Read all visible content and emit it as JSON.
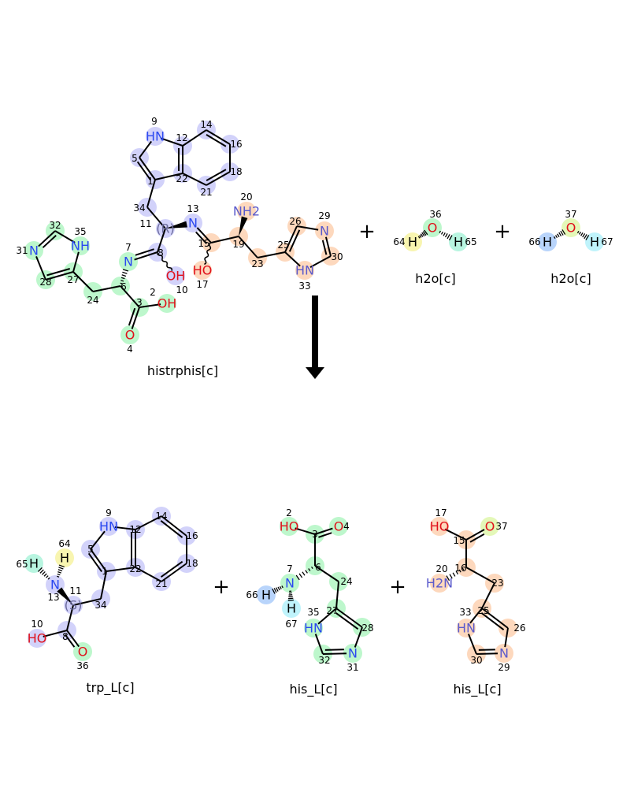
{
  "highlight_colors": {
    "lav": "#d2d2fa",
    "green": "#bdf7cc",
    "orange": "#fdd8bd",
    "yellow": "#f8f5b0",
    "teal": "#b8f5e0",
    "blue": "#b8d4fb",
    "ygreen": "#e4f8b8",
    "cyan": "#bff3fb"
  },
  "element_colors": {
    "N": "#2b49f0",
    "O": "#e0101a",
    "H": "#000000",
    "N2": "#5a5acc"
  },
  "plus_sign": "+",
  "molecules": [
    {
      "name": "histrphis[c]",
      "atoms": [
        {
          "n": "9",
          "s": "HN",
          "h": "lav",
          "e": "N"
        },
        {
          "n": "5",
          "s": "",
          "h": "lav"
        },
        {
          "n": "12",
          "s": "",
          "h": "lav"
        },
        {
          "n": "14",
          "s": "",
          "h": "lav"
        },
        {
          "n": "16",
          "s": "",
          "h": "lav"
        },
        {
          "n": "18",
          "s": "",
          "h": "lav"
        },
        {
          "n": "21",
          "s": "",
          "h": "lav"
        },
        {
          "n": "22",
          "s": "",
          "h": "lav"
        },
        {
          "n": "1",
          "s": "",
          "h": "lav"
        },
        {
          "n": "34",
          "s": "",
          "h": "lav"
        },
        {
          "n": "11",
          "s": "(R)",
          "h": "lav",
          "e": "R"
        },
        {
          "n": "13",
          "s": "N",
          "h": "lav",
          "e": "N"
        },
        {
          "n": "8",
          "s": "",
          "h": "lav"
        },
        {
          "n": "10",
          "s": "OH",
          "h": "lav",
          "e": "O"
        },
        {
          "n": "7",
          "s": "N",
          "h": "green",
          "e": "N"
        },
        {
          "n": "6",
          "s": "",
          "h": "green"
        },
        {
          "n": "24",
          "s": "",
          "h": "green"
        },
        {
          "n": "27",
          "s": "",
          "h": "green"
        },
        {
          "n": "28",
          "s": "",
          "h": "green"
        },
        {
          "n": "31",
          "s": "N",
          "h": "green",
          "e": "N"
        },
        {
          "n": "32",
          "s": "",
          "h": "green"
        },
        {
          "n": "35",
          "s": "NH",
          "h": "green",
          "e": "N"
        },
        {
          "n": "3",
          "s": "",
          "h": "green"
        },
        {
          "n": "4",
          "s": "O",
          "h": "green",
          "e": "O"
        },
        {
          "n": "2",
          "s": "OH",
          "h": "green",
          "e": "O"
        },
        {
          "n": "15",
          "s": "",
          "h": "orange"
        },
        {
          "n": "17",
          "s": "HO",
          "h": "orange",
          "e": "O"
        },
        {
          "n": "19",
          "s": "",
          "h": "orange"
        },
        {
          "n": "20",
          "s": "NH2",
          "h": "orange",
          "e": "N2"
        },
        {
          "n": "23",
          "s": "",
          "h": "orange"
        },
        {
          "n": "25",
          "s": "",
          "h": "orange"
        },
        {
          "n": "26",
          "s": "",
          "h": "orange"
        },
        {
          "n": "29",
          "s": "N",
          "h": "orange",
          "e": "N2"
        },
        {
          "n": "30",
          "s": "",
          "h": "orange"
        },
        {
          "n": "33",
          "s": "HN",
          "h": "orange",
          "e": "N2"
        }
      ]
    },
    {
      "name": "h2o[c]",
      "atoms": [
        {
          "n": "64",
          "s": "H",
          "h": "yellow",
          "e": "H"
        },
        {
          "n": "36",
          "s": "O",
          "h": "green",
          "e": "O"
        },
        {
          "n": "65",
          "s": "H",
          "h": "teal",
          "e": "H"
        }
      ]
    },
    {
      "name": "h2o[c]",
      "atoms": [
        {
          "n": "66",
          "s": "H",
          "h": "blue",
          "e": "H"
        },
        {
          "n": "37",
          "s": "O",
          "h": "ygreen",
          "e": "O"
        },
        {
          "n": "67",
          "s": "H",
          "h": "cyan",
          "e": "H"
        }
      ]
    },
    {
      "name": "trp_L[c]",
      "atoms": [
        {
          "n": "9",
          "s": "HN",
          "h": "lav",
          "e": "N"
        },
        {
          "n": "5",
          "s": "",
          "h": "lav"
        },
        {
          "n": "12",
          "s": "",
          "h": "lav"
        },
        {
          "n": "14",
          "s": "",
          "h": "lav"
        },
        {
          "n": "16",
          "s": "",
          "h": "lav"
        },
        {
          "n": "18",
          "s": "",
          "h": "lav"
        },
        {
          "n": "21",
          "s": "",
          "h": "lav"
        },
        {
          "n": "22",
          "s": "",
          "h": "lav"
        },
        {
          "n": "1",
          "s": "",
          "h": "lav"
        },
        {
          "n": "34",
          "s": "",
          "h": "lav"
        },
        {
          "n": "11",
          "s": "(S)",
          "h": "lav",
          "e": "R"
        },
        {
          "n": "13",
          "s": "N",
          "h": "lav",
          "e": "N"
        },
        {
          "n": "64",
          "s": "H",
          "h": "yellow",
          "e": "H"
        },
        {
          "n": "65",
          "s": "H",
          "h": "teal",
          "e": "H"
        },
        {
          "n": "8",
          "s": "",
          "h": "lav"
        },
        {
          "n": "10",
          "s": "HO",
          "h": "lav",
          "e": "O"
        },
        {
          "n": "36",
          "s": "O",
          "h": "green",
          "e": "O"
        }
      ]
    },
    {
      "name": "his_L[c]",
      "atoms": [
        {
          "n": "2",
          "s": "HO",
          "h": "green",
          "e": "O"
        },
        {
          "n": "3",
          "s": "",
          "h": "green"
        },
        {
          "n": "4",
          "s": "O",
          "h": "green",
          "e": "O"
        },
        {
          "n": "6",
          "s": "",
          "h": "green"
        },
        {
          "n": "7",
          "s": "N",
          "h": "green",
          "e": "N"
        },
        {
          "n": "66",
          "s": "H",
          "h": "blue",
          "e": "H"
        },
        {
          "n": "67",
          "s": "H",
          "h": "cyan",
          "e": "H"
        },
        {
          "n": "24",
          "s": "",
          "h": "green"
        },
        {
          "n": "27",
          "s": "",
          "h": "green"
        },
        {
          "n": "35",
          "s": "HN",
          "h": "green",
          "e": "N"
        },
        {
          "n": "28",
          "s": "",
          "h": "green"
        },
        {
          "n": "31",
          "s": "N",
          "h": "green",
          "e": "N"
        },
        {
          "n": "32",
          "s": "",
          "h": "green"
        }
      ]
    },
    {
      "name": "his_L[c]",
      "atoms": [
        {
          "n": "17",
          "s": "HO",
          "h": "orange",
          "e": "O"
        },
        {
          "n": "15",
          "s": "",
          "h": "orange"
        },
        {
          "n": "37",
          "s": "O",
          "h": "ygreen",
          "e": "O"
        },
        {
          "n": "16",
          "s": "",
          "h": "orange"
        },
        {
          "n": "20",
          "s": "H2N",
          "h": "orange",
          "e": "N2"
        },
        {
          "n": "23",
          "s": "",
          "h": "orange"
        },
        {
          "n": "25",
          "s": "",
          "h": "orange"
        },
        {
          "n": "33",
          "s": "HN",
          "h": "orange",
          "e": "N2"
        },
        {
          "n": "26",
          "s": "",
          "h": "orange"
        },
        {
          "n": "29",
          "s": "N",
          "h": "orange",
          "e": "N2"
        },
        {
          "n": "30",
          "s": "",
          "h": "orange"
        }
      ]
    }
  ]
}
